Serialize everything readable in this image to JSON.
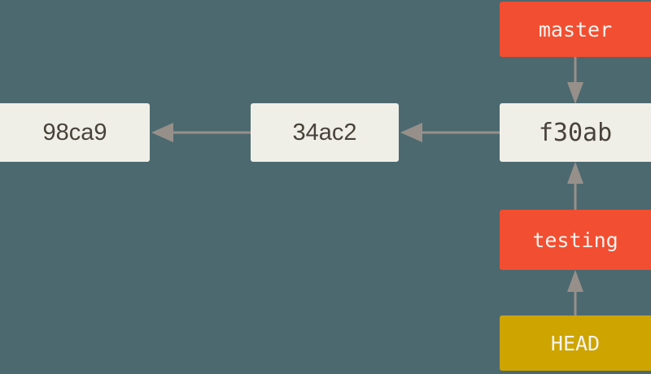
{
  "diagram": {
    "type": "git-branch-diagram",
    "description": "Git commit history with branch pointers: HEAD points to testing; master and testing point to commit f30ab",
    "colors": {
      "background": "#4c6970",
      "commit_box": "#f0efe7",
      "commit_text": "#48423a",
      "branch_box": "#f24e31",
      "head_box": "#cda400",
      "label_text": "#f5f3ef",
      "arrow": "#97908a"
    },
    "commits": [
      {
        "id": "98ca9"
      },
      {
        "id": "34ac2"
      },
      {
        "id": "f30ab"
      }
    ],
    "refs": [
      {
        "name": "master",
        "kind": "branch",
        "points_to": "f30ab"
      },
      {
        "name": "testing",
        "kind": "branch",
        "points_to": "f30ab"
      },
      {
        "name": "HEAD",
        "kind": "head",
        "points_to": "testing"
      }
    ],
    "edges": [
      {
        "from": "f30ab",
        "to": "34ac2",
        "kind": "parent"
      },
      {
        "from": "34ac2",
        "to": "98ca9",
        "kind": "parent"
      },
      {
        "from": "master",
        "to": "f30ab",
        "kind": "ref-pointer"
      },
      {
        "from": "testing",
        "to": "f30ab",
        "kind": "ref-pointer"
      },
      {
        "from": "HEAD",
        "to": "testing",
        "kind": "ref-pointer"
      }
    ]
  }
}
